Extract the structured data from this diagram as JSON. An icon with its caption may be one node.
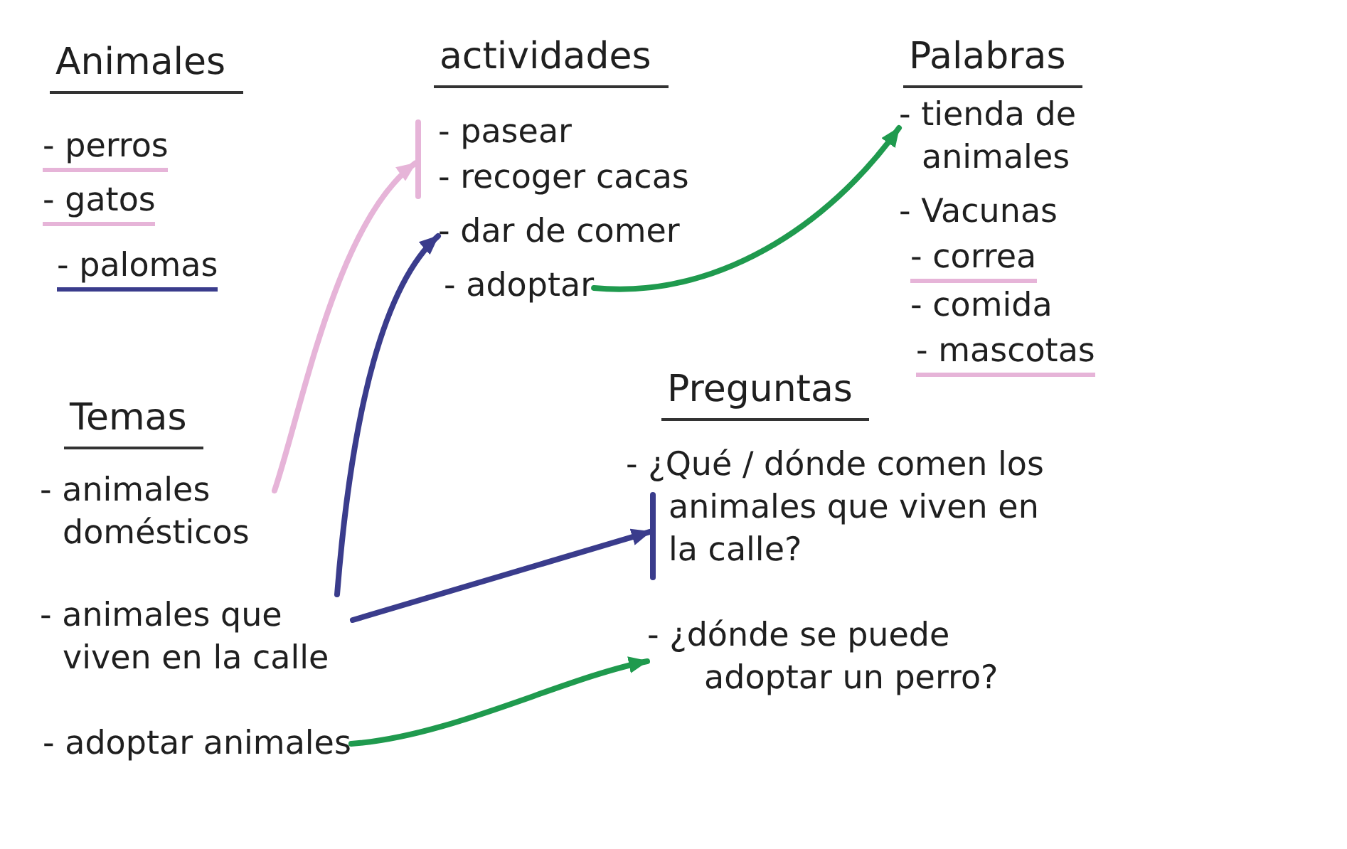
{
  "diagram": {
    "nodes": [
      {
        "text": [],
        "shape": "bar"
      },
      {
        "text": [
          "- dar de comer"
        ]
      },
      {
        "text": [
          "- adoptar"
        ]
      },
      {
        "text": [
          "- tienda de animales"
        ]
      },
      {
        "text": [
          "- animales domésticos"
        ]
      },
      {
        "text": [
          "- animales que viven en la calle"
        ]
      },
      {
        "text": [
          "- adoptar animales"
        ]
      },
      {
        "text": [],
        "shape": "bar"
      },
      {
        "text": [
          "- ¿dónde se puede adoptar un perro?"
        ]
      }
    ],
    "edges": [
      {
        "from": 4,
        "to": 0,
        "arrow": "to",
        "color": "#e6b4d8"
      },
      {
        "from": 5,
        "to": 1,
        "arrow": "to",
        "color": "#3a3c8c"
      },
      {
        "from": 5,
        "to": 7,
        "arrow": "to",
        "color": "#3a3c8c"
      },
      {
        "from": 2,
        "to": 3,
        "arrow": "to",
        "color": "#1f9a4e"
      },
      {
        "from": 6,
        "to": 8,
        "arrow": "to",
        "color": "#1f9a4e"
      }
    ],
    "labels": [
      "Animales",
      "- perros",
      "- gatos",
      "- palomas",
      "actividades",
      "- pasear",
      "- recoger cacas",
      "Palabras",
      "- Vacunas",
      "- correa",
      "- comida",
      "- mascotas",
      "Temas",
      "Preguntas",
      "- ¿Qué / dónde comen los animales que viven en la calle?"
    ]
  }
}
